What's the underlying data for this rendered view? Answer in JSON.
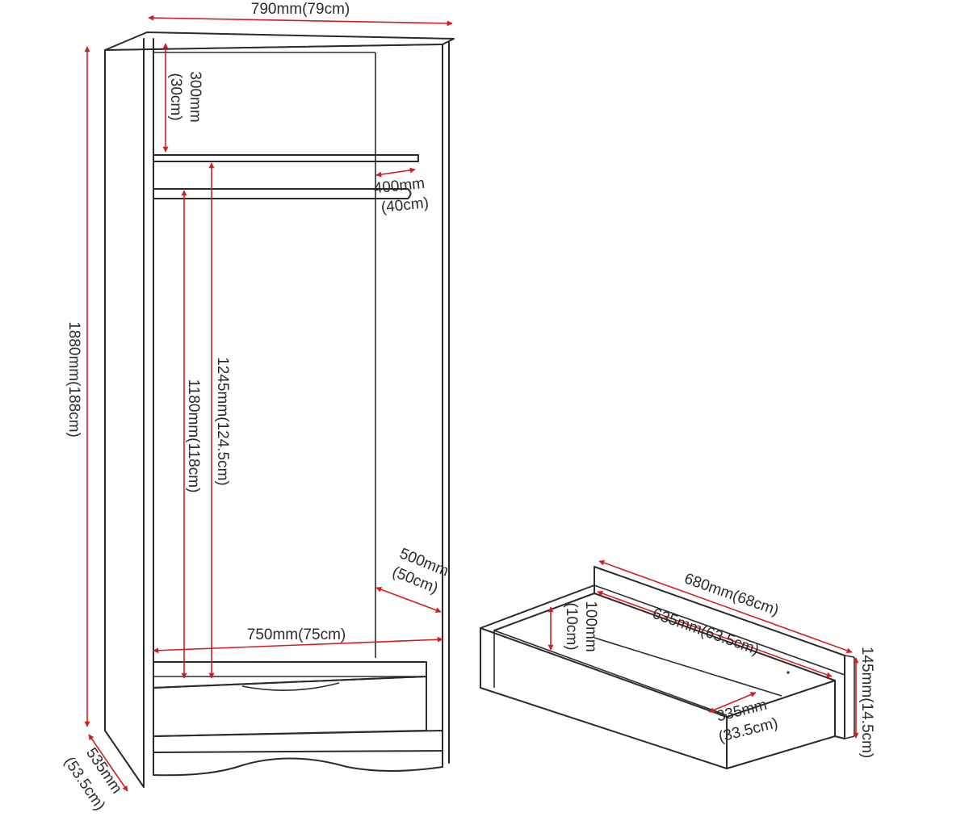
{
  "wardrobe": {
    "width": "790mm(79cm)",
    "height": "1880mm(188cm)",
    "top_space_mm": "300mm",
    "top_space_cm": "(30cm)",
    "shelf_depth_mm": "400mm",
    "shelf_depth_cm": "(40cm)",
    "hanging_shelf_height": "1245mm(124.5cm)",
    "rail_height": "1180mm(118cm)",
    "inner_depth_mm": "500mm",
    "inner_depth_cm": "(50cm)",
    "inner_width": "750mm(75cm)",
    "depth_mm": "535mm",
    "depth_cm": "(53.5cm)"
  },
  "drawer": {
    "length": "680mm(68cm)",
    "inner_length": "635mm(63.5cm)",
    "inner_height_mm": "100mm",
    "inner_height_cm": "(10cm)",
    "inner_depth_mm": "335mm",
    "inner_depth_cm": "(33.5cm)",
    "height": "145mm(14.5cm)"
  },
  "colors": {
    "outline": "#2b2b2b",
    "dimension_arrow": "#d11f1f"
  }
}
